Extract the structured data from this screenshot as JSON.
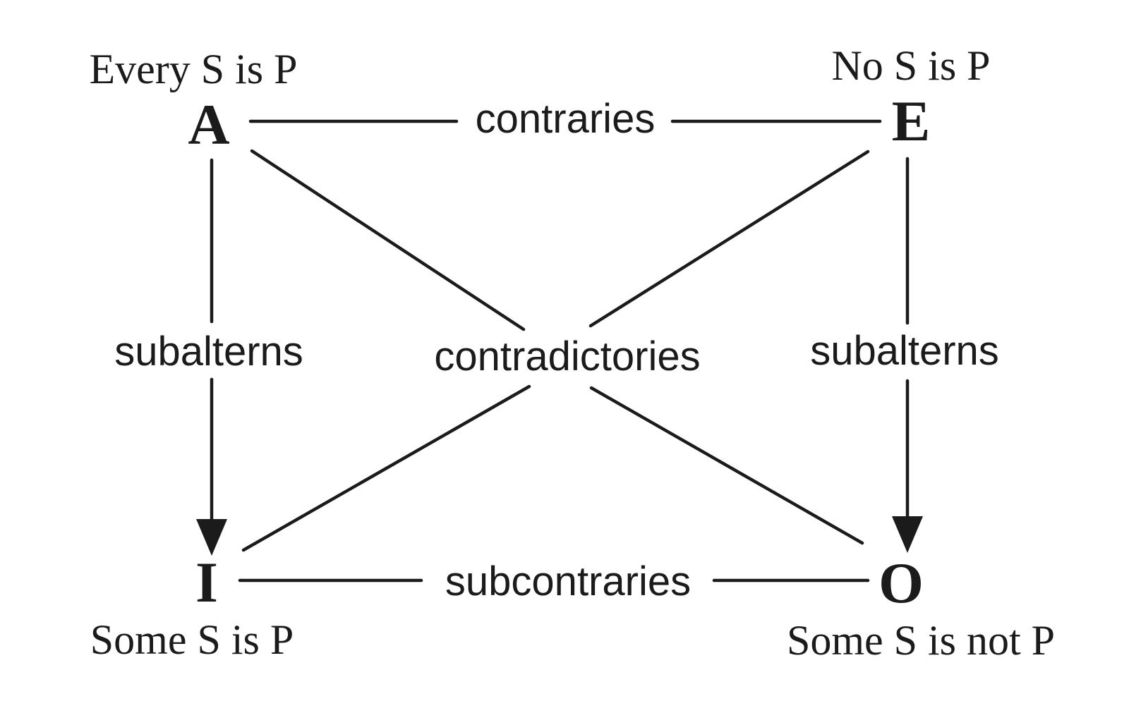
{
  "diagram": {
    "nodes": {
      "a": {
        "letter": "A",
        "statement": "Every S is P"
      },
      "e": {
        "letter": "E",
        "statement": "No S is P"
      },
      "i": {
        "letter": "I",
        "statement": "Some S is P"
      },
      "o": {
        "letter": "O",
        "statement": "Some S is not P"
      }
    },
    "relations": {
      "top": "contraries",
      "bottom": "subcontraries",
      "diagonals": "contradictories",
      "left": "subalterns",
      "right": "subalterns"
    },
    "colors": {
      "ink": "#1b1b1b",
      "background": "#ffffff"
    }
  }
}
